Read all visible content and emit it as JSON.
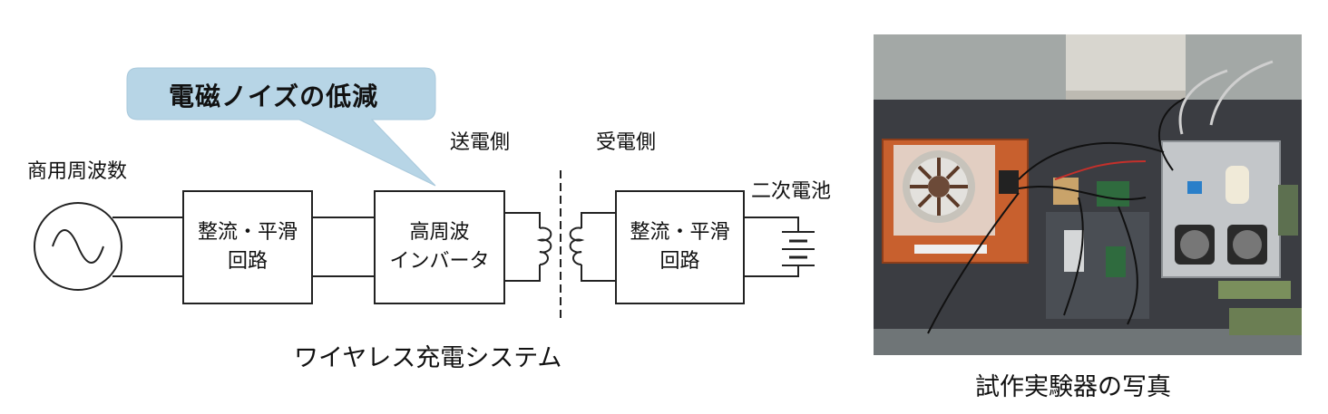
{
  "callout": {
    "text": "電磁ノイズの低減"
  },
  "labels": {
    "ac_source": "商用周波数",
    "transmit_side": "送電側",
    "receive_side": "受電側",
    "battery": "二次電池"
  },
  "blocks": {
    "rectifier_tx": {
      "line1": "整流・平滑",
      "line2": "回路"
    },
    "inverter": {
      "line1": "高周波",
      "line2": "インバータ"
    },
    "rectifier_rx": {
      "line1": "整流・平滑",
      "line2": "回路"
    }
  },
  "captions": {
    "system": "ワイヤレス充電システム",
    "photo": "試作実験器の写真"
  },
  "colors": {
    "callout_fill": "#b7d5e6",
    "callout_stroke": "#9bbfd4",
    "line": "#222222"
  }
}
